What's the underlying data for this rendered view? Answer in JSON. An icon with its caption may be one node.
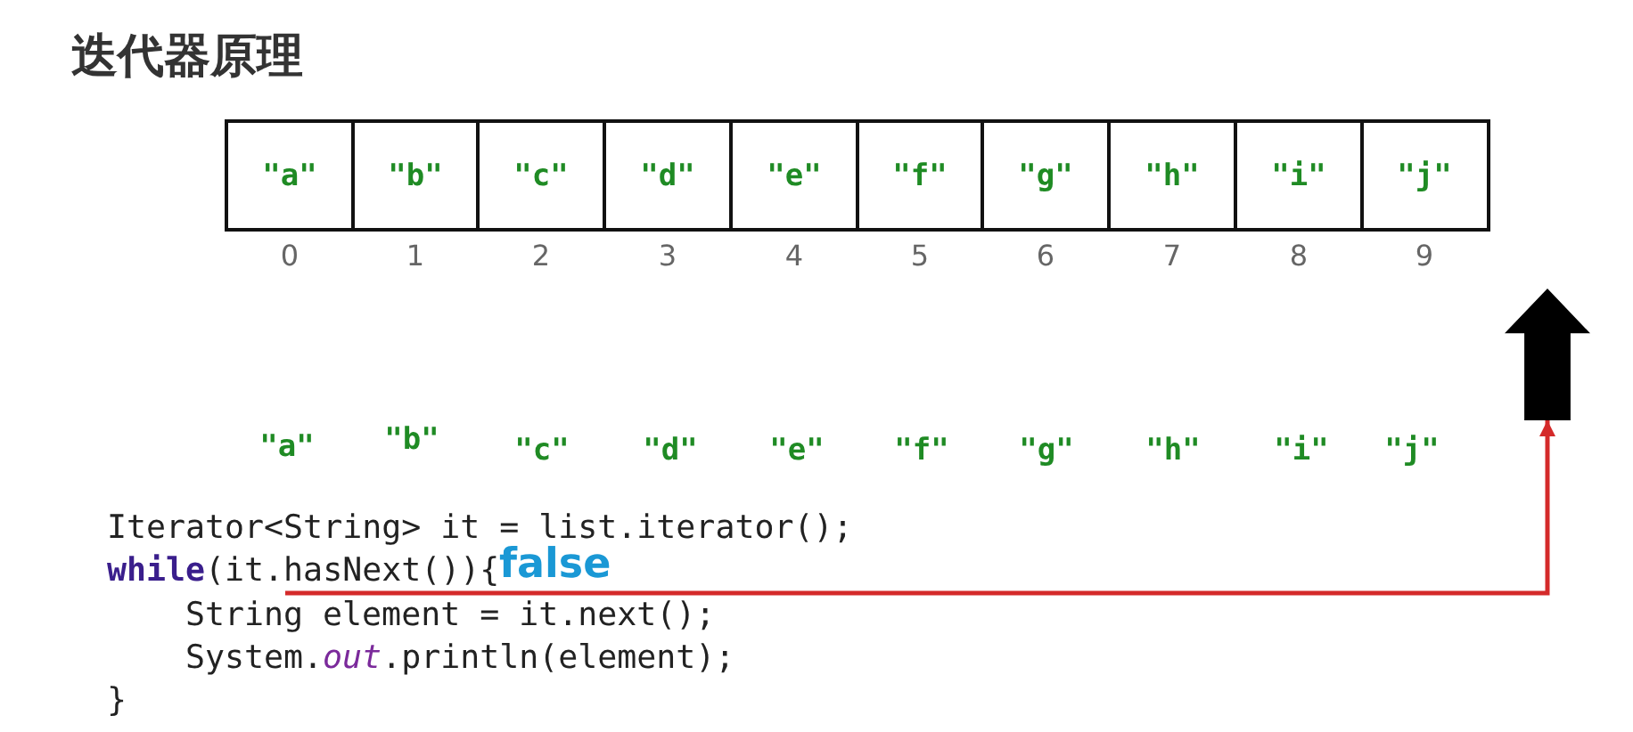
{
  "diagram": {
    "title": "迭代器原理",
    "nodes": [
      {
        "text": [
          "\"a\""
        ],
        "beside": [
          "0"
        ]
      },
      {
        "text": [
          "\"b\""
        ],
        "beside": [
          "1"
        ]
      },
      {
        "text": [
          "\"c\""
        ],
        "beside": [
          "2"
        ]
      },
      {
        "text": [
          "\"d\""
        ],
        "beside": [
          "3"
        ]
      },
      {
        "text": [
          "\"e\""
        ],
        "beside": [
          "4"
        ]
      },
      {
        "text": [
          "\"f\""
        ],
        "beside": [
          "5"
        ]
      },
      {
        "text": [
          "\"g\""
        ],
        "beside": [
          "6"
        ]
      },
      {
        "text": [
          "\"h\""
        ],
        "beside": [
          "7"
        ]
      },
      {
        "text": [
          "\"i\""
        ],
        "beside": [
          "8"
        ]
      },
      {
        "text": [
          "\"j\""
        ],
        "beside": [
          "9"
        ]
      },
      {
        "text": [],
        "shape": "arrow"
      },
      {
        "text": [
          "**while**(it.hasNext()){"
        ]
      }
    ],
    "edges": [
      {
        "from": 11,
        "to": 10,
        "arrow": "to",
        "label": "false"
      }
    ],
    "labels": [
      "\"a\"",
      "\"b\"",
      "\"c\"",
      "\"d\"",
      "\"e\"",
      "\"f\"",
      "\"g\"",
      "\"h\"",
      "\"i\"",
      "\"j\"",
      "Iterator<String> it = list.iterator();",
      "String element = it.next();",
      "System.*out*.println(element);",
      "}"
    ]
  }
}
